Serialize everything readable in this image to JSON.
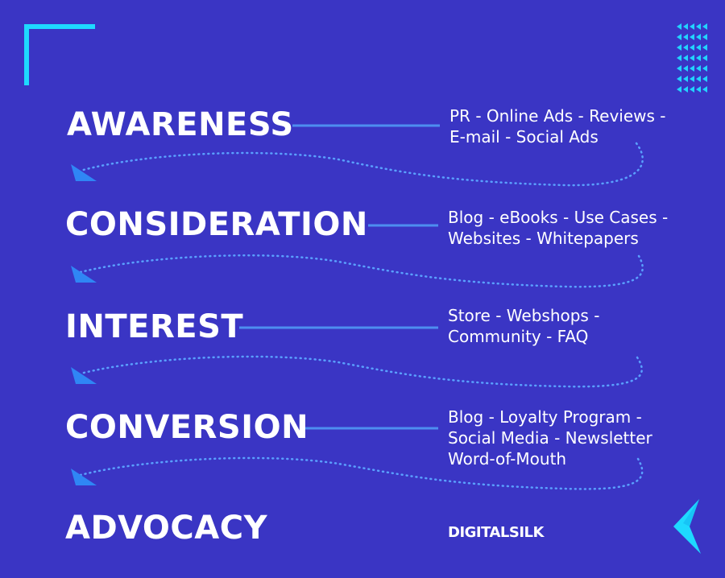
{
  "colors": {
    "background": "#3a35c4",
    "connector": "#4d8ef0",
    "dotted_arrow": "#5aa0ff",
    "corner_accent": "#1ed9ff",
    "triangle_pattern": "#22d3ff",
    "arrowhead": "#2f86f5",
    "chevron": "#1ed9ff"
  },
  "stages": [
    {
      "label": "AWARENESS",
      "desc": [
        "PR - Online Ads - Reviews -",
        "E-mail - Social Ads"
      ]
    },
    {
      "label": "CONSIDERATION",
      "desc": [
        "Blog - eBooks - Use Cases -",
        "Websites  - Whitepapers"
      ]
    },
    {
      "label": "INTEREST",
      "desc": [
        "Store - Webshops -",
        "Community - FAQ"
      ]
    },
    {
      "label": "CONVERSION",
      "desc": [
        "Blog - Loyalty Program -",
        "Social Media - Newsletter",
        "Word-of-Mouth"
      ]
    },
    {
      "label": "ADVOCACY",
      "desc": []
    }
  ],
  "brand": {
    "name": "DIGITALSILK"
  },
  "icons": {
    "corner": "corner-bracket-icon",
    "pattern": "triangle-pattern-icon",
    "chevron": "chevron-left-icon"
  }
}
